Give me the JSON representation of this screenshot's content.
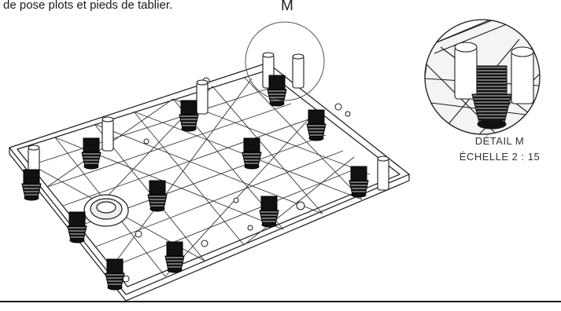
{
  "caption": "de pose plots et pieds de tablier.",
  "detail_marker": "M",
  "detail": {
    "title": "DÉTAIL M",
    "scale": "ÉCHELLE 2 : 15"
  },
  "colors": {
    "ink": "#1a1a1a",
    "paper": "#ffffff"
  }
}
